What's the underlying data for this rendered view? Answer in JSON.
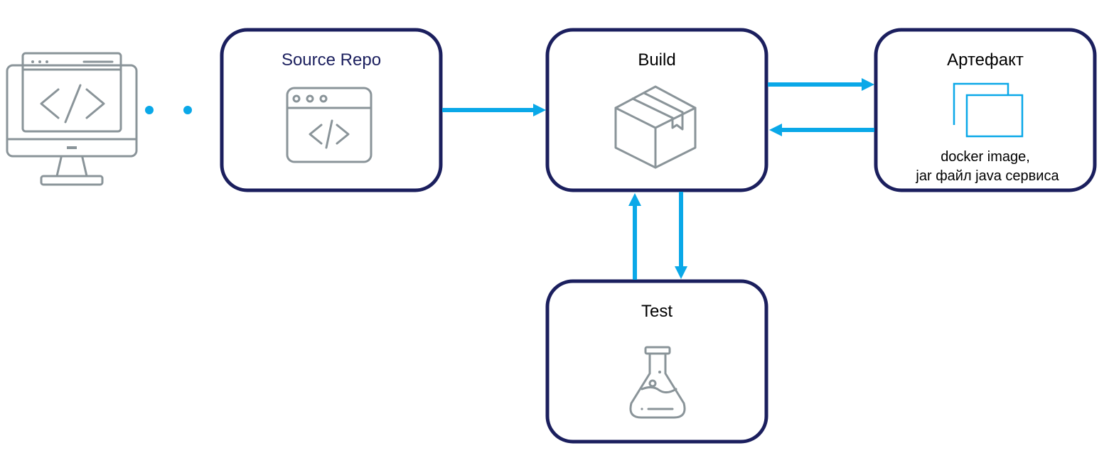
{
  "nodes": {
    "source": {
      "label": "Source Repo"
    },
    "build": {
      "label": "Build"
    },
    "artifact": {
      "label": "Артефакт",
      "desc_line1": "docker image,",
      "desc_line2": "jar файл java сервиса"
    },
    "test": {
      "label": "Test"
    }
  },
  "colors": {
    "box_border": "#1b1f5e",
    "arrow": "#0aa8e8",
    "icon": "#8a9499"
  }
}
